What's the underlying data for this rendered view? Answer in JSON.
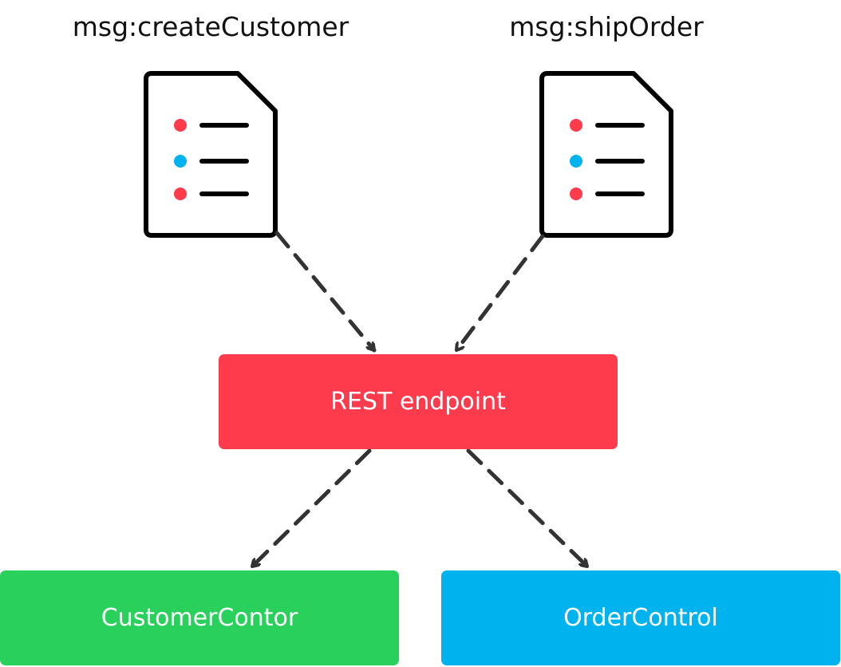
{
  "messages": {
    "left": "msg:createCustomer",
    "right": "msg:shipOrder"
  },
  "boxes": {
    "rest": "REST endpoint",
    "customer": "CustomerContor",
    "order": "OrderControl"
  },
  "colors": {
    "rest": "#fe3b4c",
    "customer": "#29d15c",
    "order": "#00b3ef",
    "bullet_red": "#fe3b4c",
    "bullet_blue": "#00b3ef",
    "line": "#000000",
    "arrow": "#333333"
  },
  "icons": {
    "document": "document-icon",
    "arrow": "dashed-arrow"
  }
}
